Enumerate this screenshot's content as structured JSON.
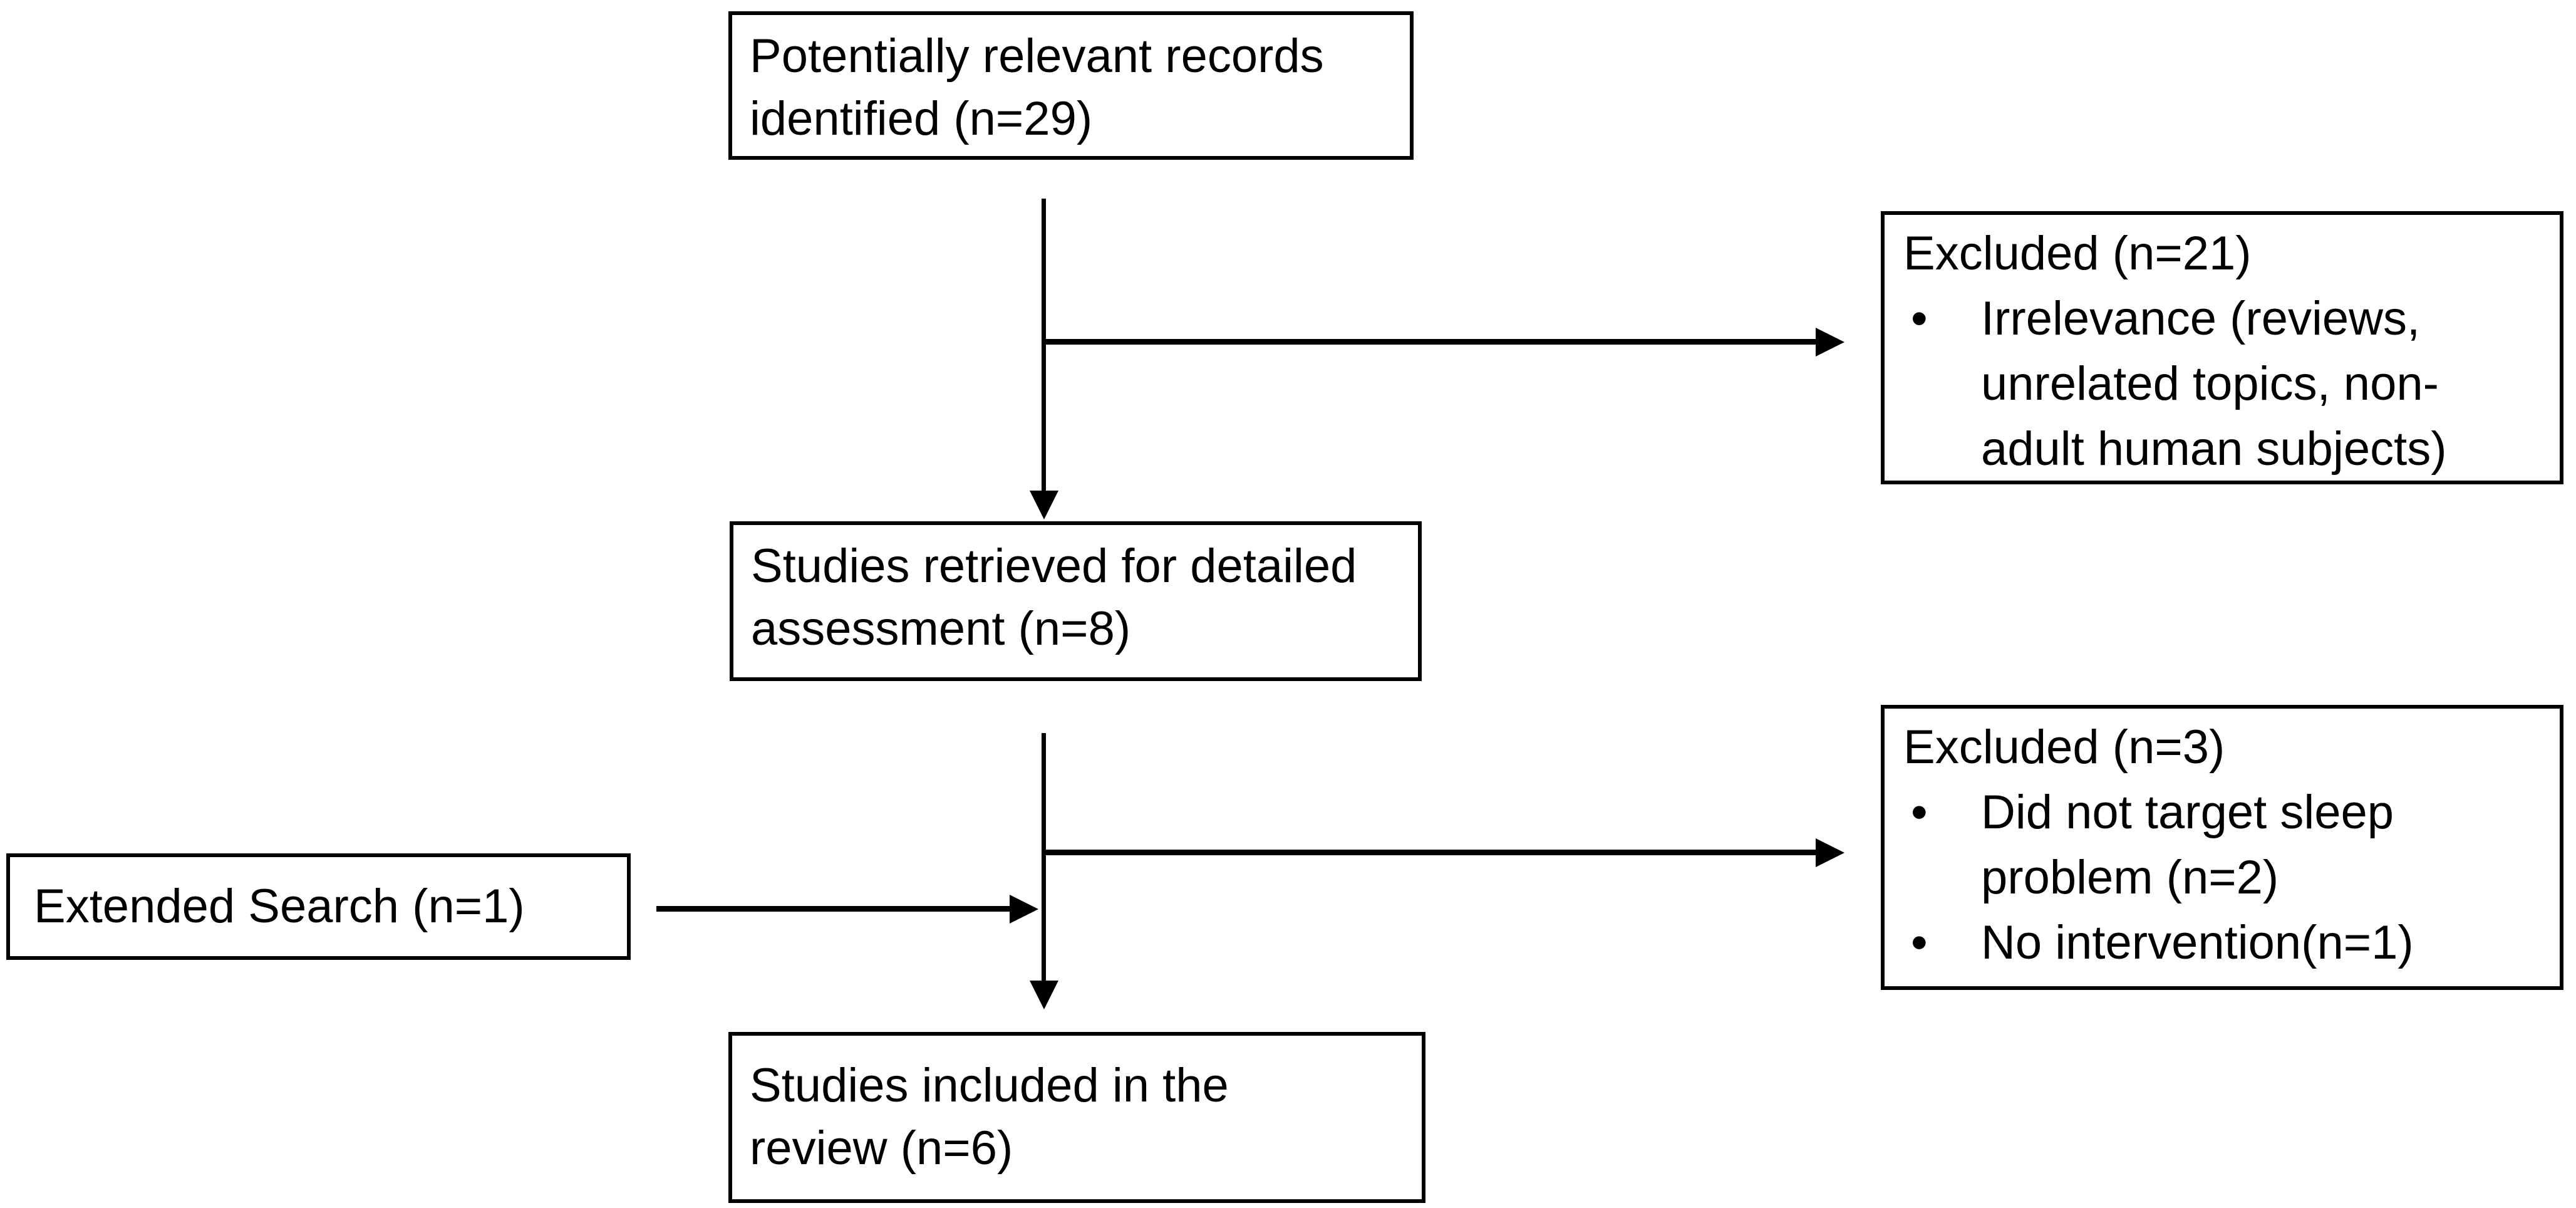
{
  "figure": {
    "background_color": "#ffffff",
    "line_color": "#000000",
    "text_color": "#000000",
    "bullet_glyph": "•",
    "boxes": {
      "identified": {
        "lines": [
          "Potentially relevant records",
          "identified (n=29)"
        ]
      },
      "excluded_screening": {
        "title": "Excluded (n=21)",
        "bullets": [
          "Irrelevance (reviews, unrelated topics, non-adult human subjects)"
        ]
      },
      "retrieved": {
        "lines": [
          "Studies retrieved for detailed",
          "assessment (n=8)"
        ]
      },
      "excluded_assessment": {
        "title": "Excluded (n=3)",
        "bullets": [
          "Did not target sleep problem (n=2)",
          "No intervention(n=1)"
        ]
      },
      "extended_search": {
        "label": "Extended Search (n=1)"
      },
      "included": {
        "lines": [
          "Studies included in the",
          "review (n=6)"
        ]
      }
    }
  }
}
